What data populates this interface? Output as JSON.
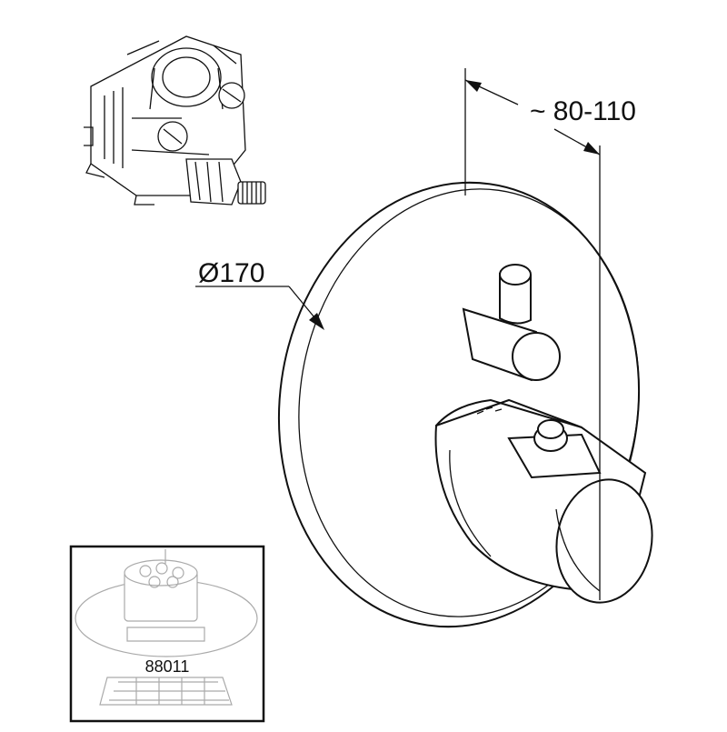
{
  "dimensions": {
    "depth_label": "~ 80-110",
    "diameter_label": "Ø170"
  },
  "inset": {
    "part_number": "88011"
  }
}
